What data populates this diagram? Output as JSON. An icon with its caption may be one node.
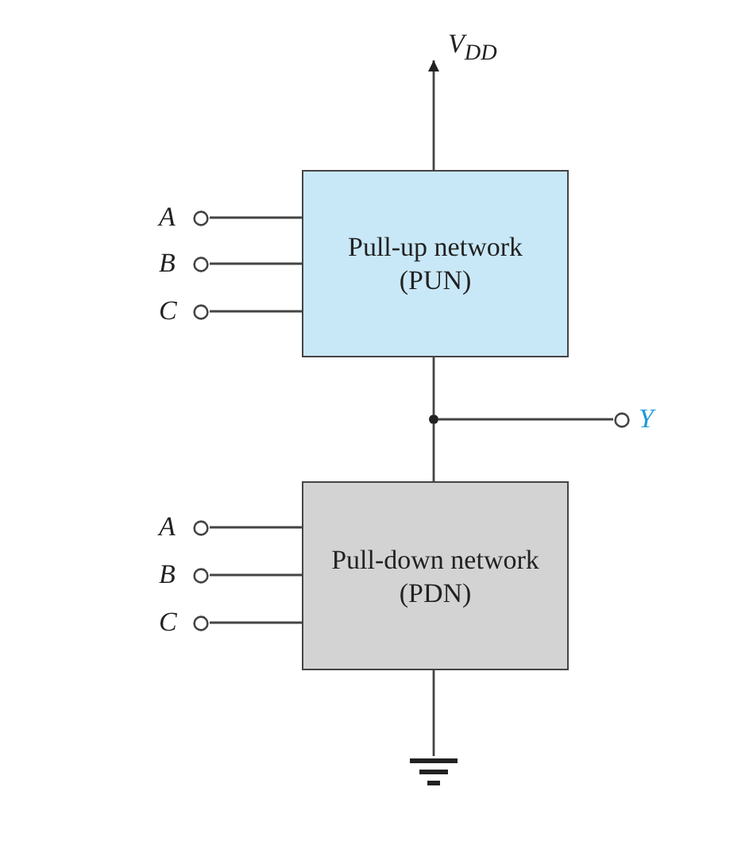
{
  "diagram": {
    "nodes": [
      {
        "text": [
          "Pull-up network (PUN)"
        ]
      },
      {
        "text": [
          "Pull-down network (PDN)"
        ]
      },
      {
        "text": [
          "A"
        ]
      },
      {
        "text": [
          "B"
        ]
      },
      {
        "text": [
          "C"
        ]
      },
      {
        "text": [
          "A"
        ]
      },
      {
        "text": [
          "B"
        ]
      },
      {
        "text": [
          "C"
        ]
      },
      {
        "text": [
          "V$_{DD}$"
        ]
      },
      {
        "text": [],
        "shape": "circle"
      },
      {
        "text": [
          "Y"
        ]
      },
      {
        "text": [],
        "shape": "ground"
      }
    ],
    "edges": [
      {
        "from": 2,
        "to": 0,
        "arrow": "none"
      },
      {
        "from": 3,
        "to": 0,
        "arrow": "none"
      },
      {
        "from": 4,
        "to": 0,
        "arrow": "none"
      },
      {
        "from": 5,
        "to": 1,
        "arrow": "none"
      },
      {
        "from": 6,
        "to": 1,
        "arrow": "none"
      },
      {
        "from": 7,
        "to": 1,
        "arrow": "none"
      },
      {
        "from": 0,
        "to": 8,
        "arrow": "to"
      },
      {
        "from": 0,
        "to": 9,
        "arrow": "none"
      },
      {
        "from": 9,
        "to": 1,
        "arrow": "none"
      },
      {
        "from": 9,
        "to": 10,
        "arrow": "none"
      },
      {
        "from": 1,
        "to": 11,
        "arrow": "none"
      }
    ]
  }
}
